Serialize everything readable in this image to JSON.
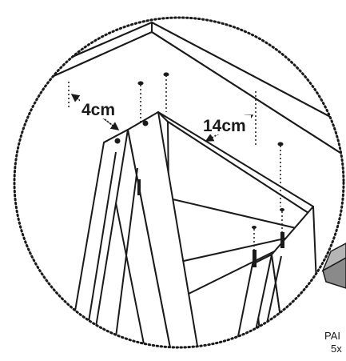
{
  "labels": {
    "dimension_left": "4cm",
    "dimension_right": "14cm",
    "part_label_line1": "PAI",
    "part_label_line2": "5x"
  },
  "colors": {
    "line": "#1a1a1a",
    "callout_circle": "#1a1a1a",
    "fill": "#ffffff",
    "part_fill": "#8a8a8a"
  }
}
